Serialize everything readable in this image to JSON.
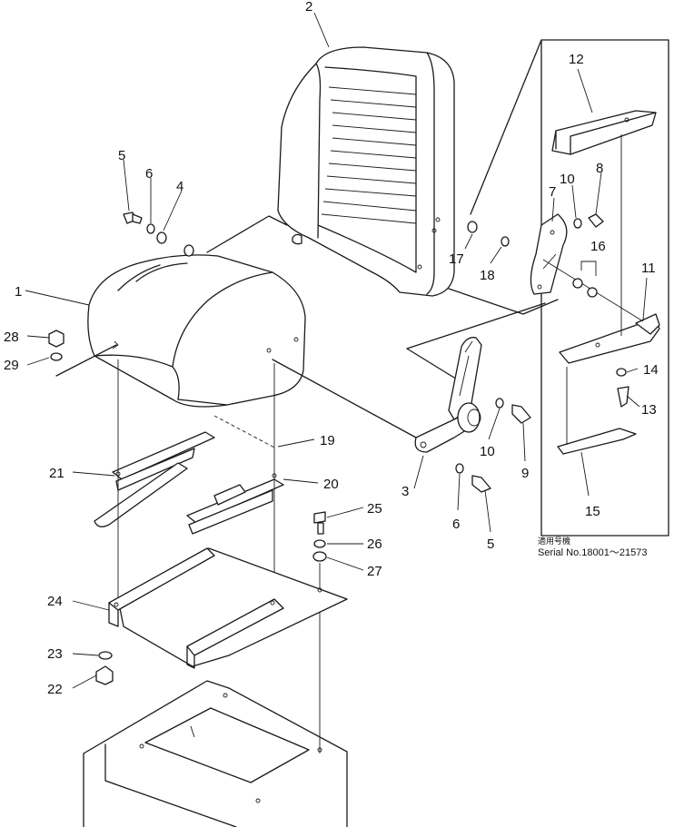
{
  "callouts": {
    "c1": "1",
    "c2": "2",
    "c3": "3",
    "c4": "4",
    "c5a": "5",
    "c5b": "5",
    "c6a": "6",
    "c6b": "6",
    "c7": "7",
    "c8": "8",
    "c9": "9",
    "c10a": "10",
    "c10b": "10",
    "c11": "11",
    "c12": "12",
    "c13": "13",
    "c14": "14",
    "c15": "15",
    "c16": "16",
    "c17": "17",
    "c18": "18",
    "c19": "19",
    "c20": "20",
    "c21": "21",
    "c22": "22",
    "c23": "23",
    "c24": "24",
    "c25": "25",
    "c26": "26",
    "c27": "27",
    "c28": "28",
    "c29": "29"
  },
  "inset": {
    "applicability_jp": "適用号機",
    "serial_label": "Serial No.18001～21573"
  }
}
